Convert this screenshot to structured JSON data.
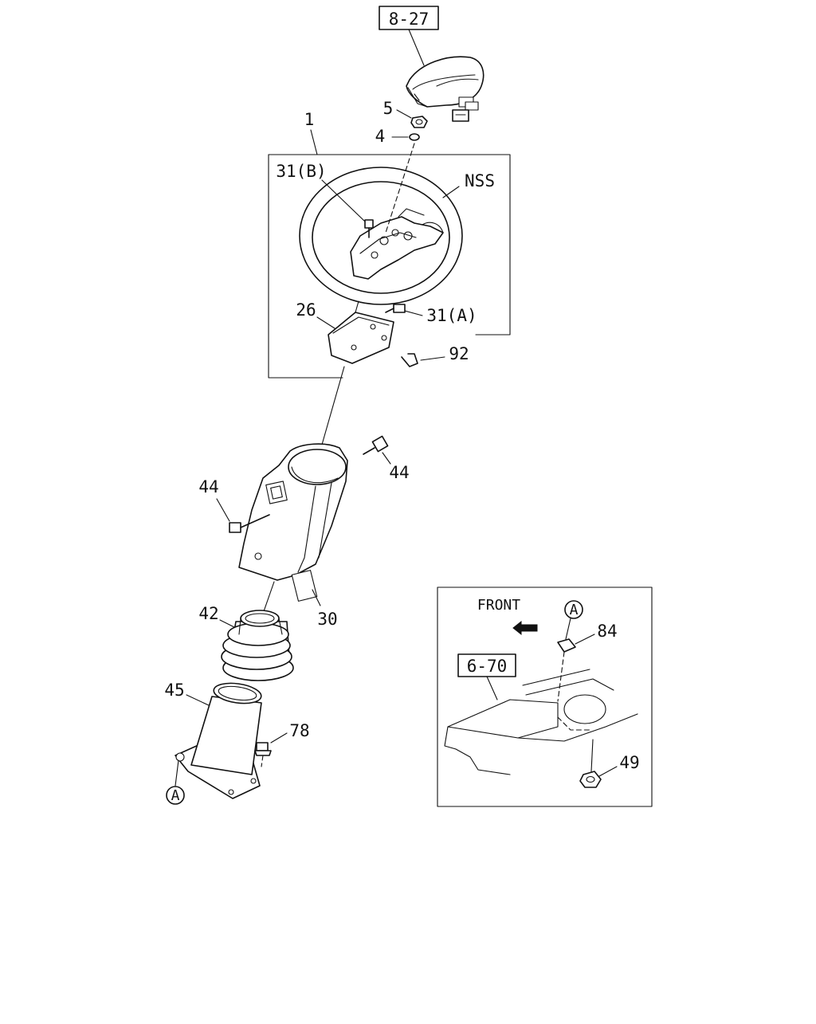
{
  "labels": {
    "ref_top": "8-27",
    "ref_inset": "6-70",
    "p1": "1",
    "p4": "4",
    "p5": "5",
    "p26": "26",
    "p30": "30",
    "p31a": "31(A)",
    "p31b": "31(B)",
    "p42": "42",
    "p44_left": "44",
    "p44_right": "44",
    "p45": "45",
    "p49": "49",
    "p78": "78",
    "p84": "84",
    "p92": "92",
    "nss": "NSS",
    "marker_a_main": "A",
    "marker_a_inset": "A",
    "front": "FRONT"
  }
}
